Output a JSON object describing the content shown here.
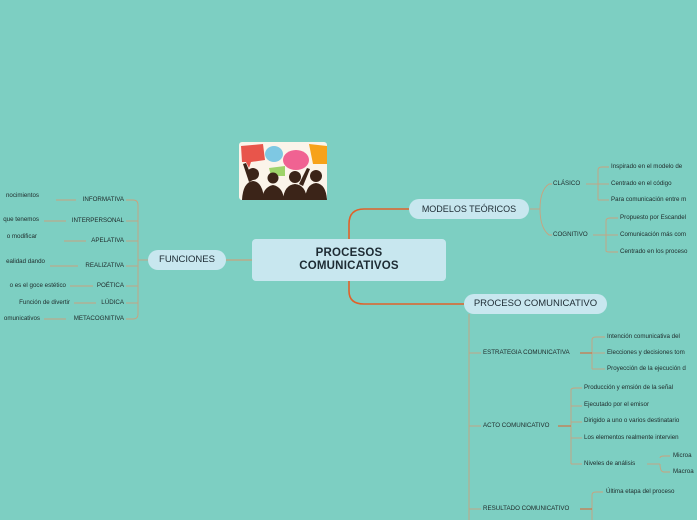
{
  "central": {
    "line1": "PROCESOS",
    "line2": "COMUNICATIVOS"
  },
  "branches": {
    "funciones": {
      "label": "FUNCIONES",
      "items": [
        {
          "label": "INFORMATIVA",
          "detail": "nocimientos"
        },
        {
          "label": "INTERPERSONAL",
          "detail": "que tenemos"
        },
        {
          "label": "APELATIVA",
          "detail": "o modificar"
        },
        {
          "label": "REALIZATIVA",
          "detail": "ealidad dando"
        },
        {
          "label": "POÉTICA",
          "detail": "o es el goce estético"
        },
        {
          "label": "LÚDICA",
          "detail": "Función de divertir"
        },
        {
          "label": "METACOGNITIVA",
          "detail": "omunicativos"
        }
      ]
    },
    "modelos": {
      "label": "MODELOS TEÓRICOS",
      "clasico": {
        "label": "CLÁSICO",
        "items": [
          "Inspirado en el modelo de",
          "Centrado en el código",
          "Para comunicación entre m"
        ]
      },
      "cognitivo": {
        "label": "COGNITIVO",
        "items": [
          "Propuesto por Escandel",
          "Comunicación más com",
          "Centrado en los proceso"
        ]
      }
    },
    "proceso": {
      "label": "PROCESO COMUNICATIVO",
      "estrategia": {
        "label": "ESTRATEGIA COMUNICATIVA",
        "items": [
          "Intención comunicativa del",
          "Elecciones y decisiones tom",
          "Proyección de la ejecución d"
        ]
      },
      "acto": {
        "label": "ACTO COMUNICATIVO",
        "items": [
          "Producción y emsión de la señal",
          "Ejecutado por el emisor",
          "Dirigido a uno o varios destinatario",
          "Los elementos realmente intervien"
        ],
        "niveles": {
          "label": "Niveles de análisis",
          "items": [
            "Microa",
            "Macroa"
          ]
        }
      },
      "resultado": {
        "label": "RESULTADO COMUNICATIVO",
        "items": [
          "Última etapa del proceso"
        ]
      }
    }
  },
  "colors": {
    "background": "#7dcfc2",
    "node": "#c8e7ef",
    "main_connector": "#e0622a",
    "branch_connector": "#c9a27e"
  },
  "illustration": {
    "icon": "people-with-speech-bubbles-icon"
  }
}
